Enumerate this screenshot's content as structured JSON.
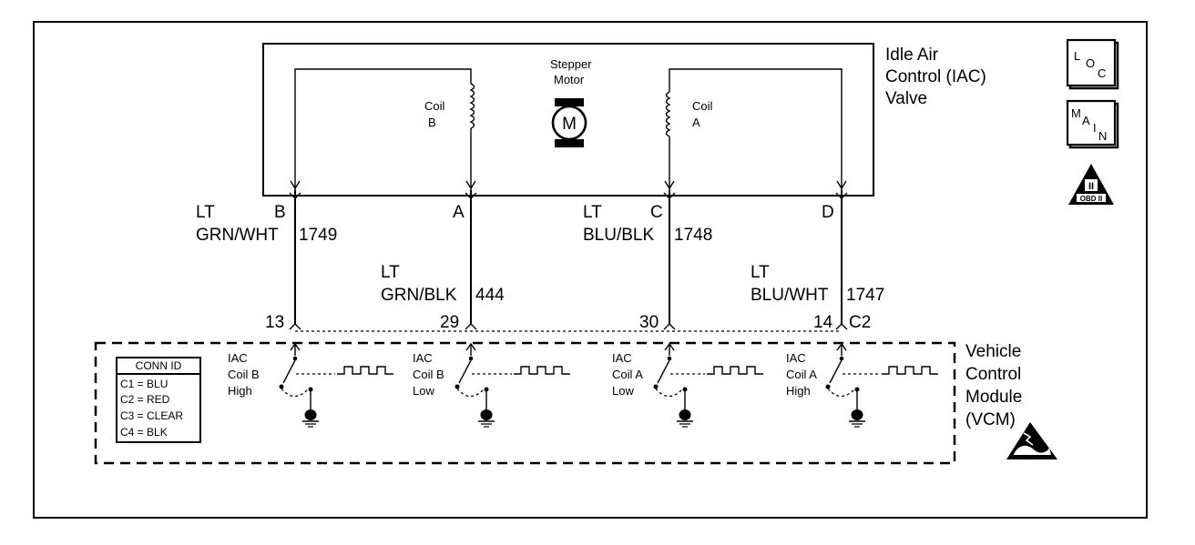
{
  "valve": {
    "name_line1": "Idle Air",
    "name_line2": "Control (IAC)",
    "name_line3": "Valve",
    "motor_line1": "Stepper",
    "motor_line2": "Motor",
    "motor_symbol": "M",
    "coil_b_line1": "Coil",
    "coil_b_line2": "B",
    "coil_a_line1": "Coil",
    "coil_a_line2": "A"
  },
  "wires": [
    {
      "pin": "B",
      "color_line1": "LT",
      "color_line2": "GRN/WHT",
      "circuit": "1749",
      "vcm_pin": "13"
    },
    {
      "pin": "A",
      "color_line1": "LT",
      "color_line2": "GRN/BLK",
      "circuit": "444",
      "vcm_pin": "29"
    },
    {
      "pin": "C",
      "color_line1": "LT",
      "color_line2": "BLU/BLK",
      "circuit": "1748",
      "vcm_pin": "30"
    },
    {
      "pin": "D",
      "color_line1": "LT",
      "color_line2": "BLU/WHT",
      "circuit": "1747",
      "vcm_pin": "14"
    }
  ],
  "vcm_connector": "C2",
  "module": {
    "name_line1": "Vehicle",
    "name_line2": "Control",
    "name_line3": "Module",
    "name_line4": "(VCM)"
  },
  "drivers": [
    {
      "line1": "IAC",
      "line2": "Coil B",
      "line3": "High"
    },
    {
      "line1": "IAC",
      "line2": "Coil B",
      "line3": "Low"
    },
    {
      "line1": "IAC",
      "line2": "Coil A",
      "line3": "Low"
    },
    {
      "line1": "IAC",
      "line2": "Coil A",
      "line3": "High"
    }
  ],
  "conn_id": {
    "title": "CONN ID",
    "rows": [
      "C1 = BLU",
      "C2 = RED",
      "C3 = CLEAR",
      "C4 = BLK"
    ]
  },
  "icons": {
    "loc": {
      "main": "L",
      "sub": "O",
      "sub2": "C"
    },
    "main": {
      "c1": "M",
      "c2": "A",
      "c3": "I",
      "c4": "N"
    },
    "obd": {
      "label": "OBD II",
      "mark": "II"
    }
  }
}
